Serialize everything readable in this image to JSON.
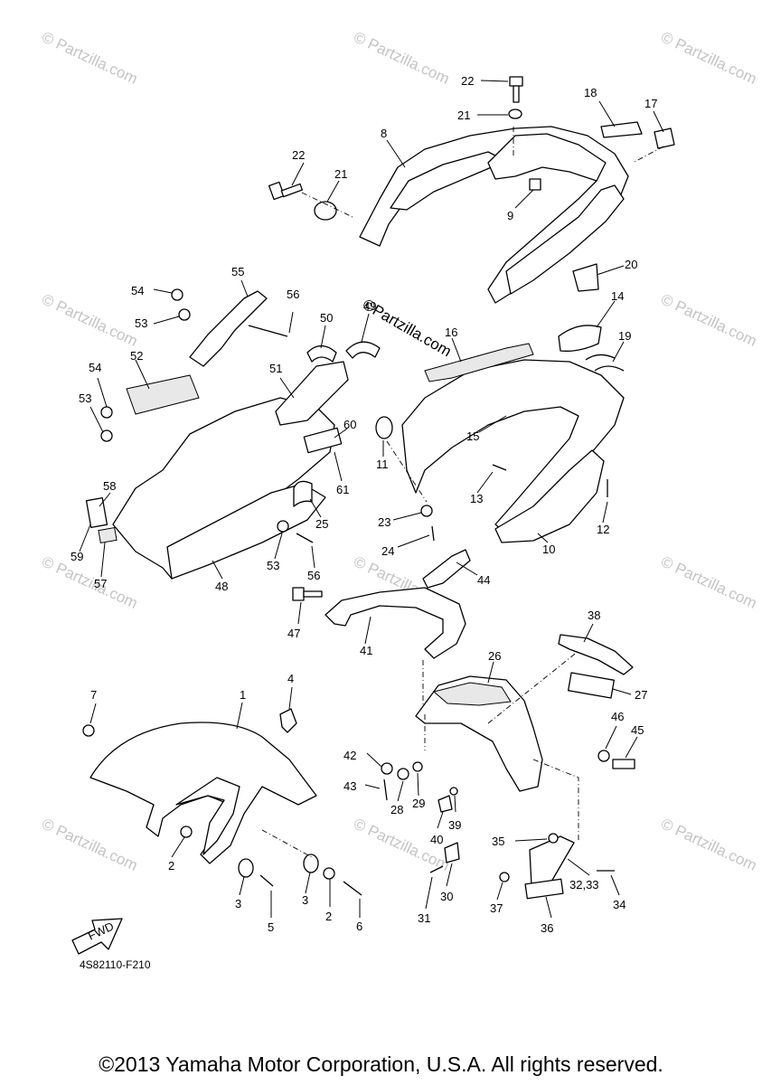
{
  "watermark": "© Partzilla.com",
  "center_watermark": "©Partzilla.com",
  "diagram_code": "4S82110-F210",
  "fwd_label": "FWD",
  "copyright": "©2013 Yamaha Motor Corporation, U.S.A. All rights reserved.",
  "callouts": {
    "c22a": "22",
    "c21a": "21",
    "c18": "18",
    "c17": "17",
    "c8": "8",
    "c22b": "22",
    "c21b": "21",
    "c9": "9",
    "c20": "20",
    "c55": "55",
    "c54a": "54",
    "c56a": "56",
    "c53a": "53",
    "c50": "50",
    "c49": "49",
    "c14": "14",
    "c16": "16",
    "c19": "19",
    "c51": "51",
    "c52": "52",
    "c54b": "54",
    "c53b": "53",
    "c60": "60",
    "c61": "61",
    "c11": "11",
    "c15": "15",
    "c13": "13",
    "c12": "12",
    "c25": "25",
    "c58": "58",
    "c59": "59",
    "c57": "57",
    "c53c": "53",
    "c56b": "56",
    "c48": "48",
    "c23": "23",
    "c24": "24",
    "c10": "10",
    "c44": "44",
    "c47": "47",
    "c41": "41",
    "c38": "38",
    "c26": "26",
    "c27": "27",
    "c7": "7",
    "c1": "1",
    "c4": "4",
    "c46": "46",
    "c45": "45",
    "c42": "42",
    "c43": "43",
    "c28": "28",
    "c29": "29",
    "c40": "40",
    "c39": "39",
    "c35": "35",
    "c2a": "2",
    "c3a": "3",
    "c5": "5",
    "c3b": "3",
    "c2b": "2",
    "c6": "6",
    "c30": "30",
    "c31": "31",
    "c37": "37",
    "c3233": "32,33",
    "c34": "34",
    "c36": "36"
  }
}
